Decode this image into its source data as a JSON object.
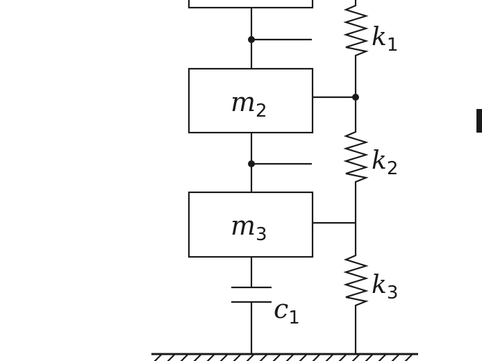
{
  "diagram": {
    "masses": [
      {
        "symbol": "m",
        "subscript": "2"
      },
      {
        "symbol": "m",
        "subscript": "3"
      }
    ],
    "springs": [
      {
        "symbol": "k",
        "subscript": "1"
      },
      {
        "symbol": "k",
        "subscript": "2"
      },
      {
        "symbol": "k",
        "subscript": "3"
      }
    ],
    "damper": {
      "symbol": "c",
      "subscript": "1"
    }
  }
}
